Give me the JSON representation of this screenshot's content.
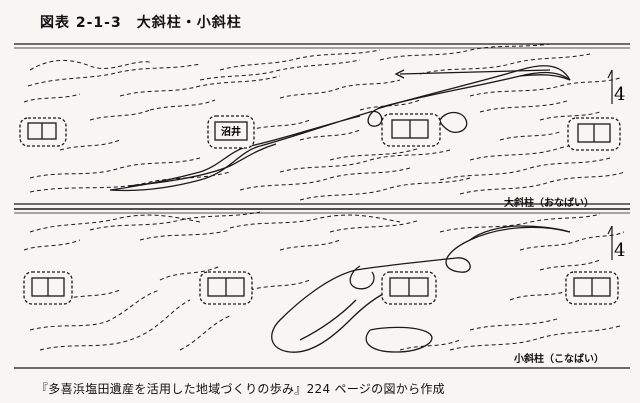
{
  "figure": {
    "title": "図表 2-1-3　大斜柱・小斜柱",
    "caption": "『多喜浜塩田遺産を活用した地域づくりの歩み』224 ページの図から作成"
  },
  "panels": [
    {
      "label": "大斜柱（おなばい）",
      "well_label": "沼井"
    },
    {
      "label": "小斜柱（こなばい）"
    }
  ],
  "compass_glyph": "4",
  "colors": {
    "ink": "#1a1a1a",
    "paper": "#f7f6f3"
  }
}
